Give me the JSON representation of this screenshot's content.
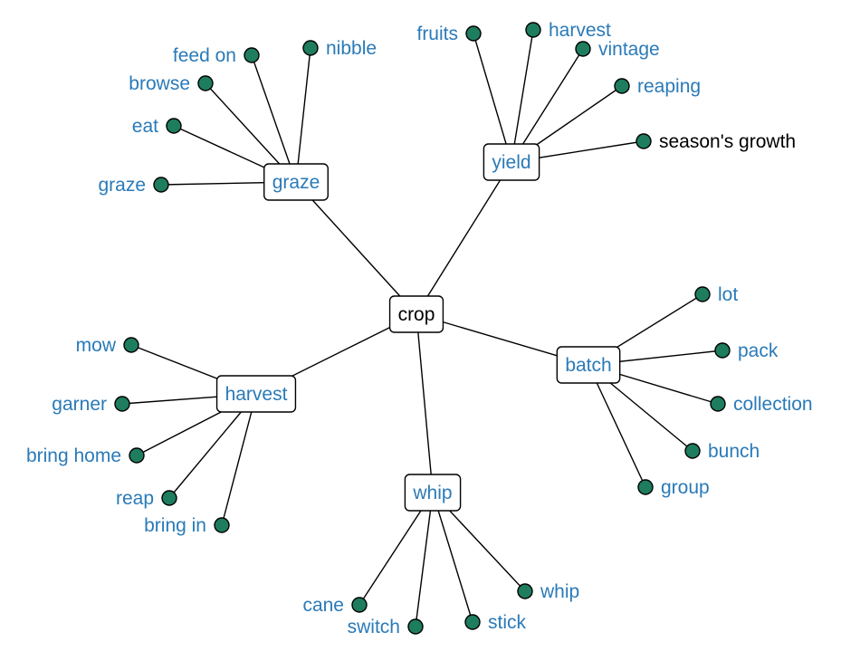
{
  "colors": {
    "link_text": "#2a7ab8",
    "plain_text": "#000000",
    "leaf_fill": "#1e7d5e",
    "stroke": "#000000",
    "box_fill": "#ffffff"
  },
  "root": {
    "label": "crop"
  },
  "groups": [
    {
      "id": "graze",
      "label": "graze",
      "leaves": [
        {
          "label": "feed on"
        },
        {
          "label": "nibble"
        },
        {
          "label": "browse"
        },
        {
          "label": "eat"
        },
        {
          "label": "graze"
        }
      ]
    },
    {
      "id": "yield",
      "label": "yield",
      "leaves": [
        {
          "label": "fruits"
        },
        {
          "label": "harvest"
        },
        {
          "label": "vintage"
        },
        {
          "label": "reaping"
        },
        {
          "label": "season's growth",
          "plain": true
        }
      ]
    },
    {
      "id": "batch",
      "label": "batch",
      "leaves": [
        {
          "label": "lot"
        },
        {
          "label": "pack"
        },
        {
          "label": "collection"
        },
        {
          "label": "bunch"
        },
        {
          "label": "group"
        }
      ]
    },
    {
      "id": "whip",
      "label": "whip",
      "leaves": [
        {
          "label": "cane"
        },
        {
          "label": "switch"
        },
        {
          "label": "stick"
        },
        {
          "label": "whip"
        }
      ]
    },
    {
      "id": "harvest",
      "label": "harvest",
      "leaves": [
        {
          "label": "mow"
        },
        {
          "label": "garner"
        },
        {
          "label": "bring home"
        },
        {
          "label": "reap"
        },
        {
          "label": "bring in"
        }
      ]
    }
  ]
}
